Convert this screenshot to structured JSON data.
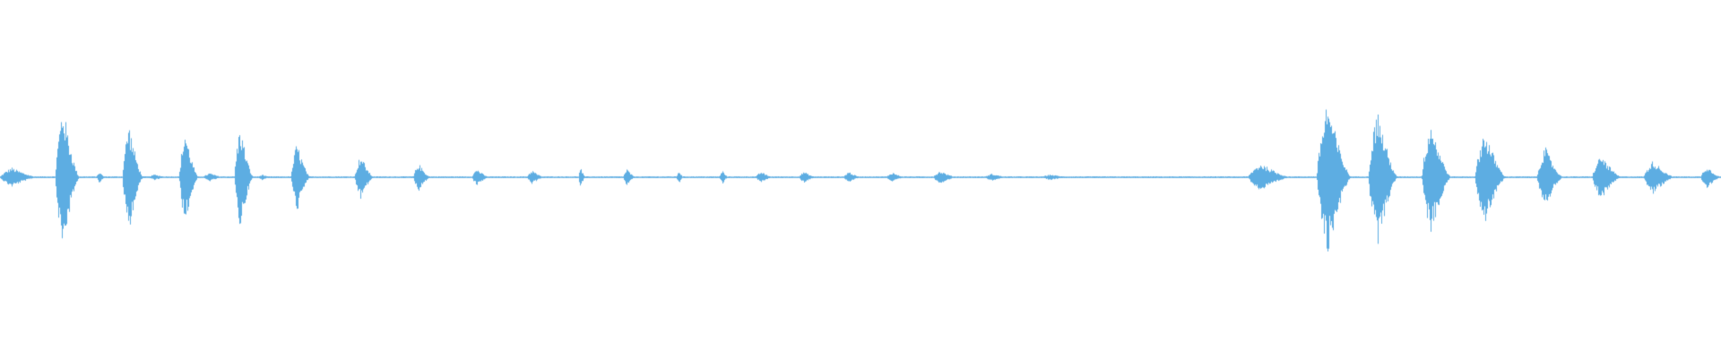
{
  "waveform": {
    "color": "#5dade2",
    "background": "#ffffff",
    "samples_per_pixel_column": 1,
    "bursts": [
      {
        "start": 0.0,
        "end": 0.022,
        "amp": 0.07
      },
      {
        "start": 0.032,
        "end": 0.046,
        "amp": 0.52
      },
      {
        "start": 0.056,
        "end": 0.061,
        "amp": 0.04
      },
      {
        "start": 0.071,
        "end": 0.083,
        "amp": 0.39
      },
      {
        "start": 0.086,
        "end": 0.098,
        "amp": 0.02
      },
      {
        "start": 0.104,
        "end": 0.115,
        "amp": 0.34
      },
      {
        "start": 0.118,
        "end": 0.13,
        "amp": 0.03
      },
      {
        "start": 0.136,
        "end": 0.147,
        "amp": 0.37
      },
      {
        "start": 0.15,
        "end": 0.157,
        "amp": 0.02
      },
      {
        "start": 0.169,
        "end": 0.18,
        "amp": 0.25
      },
      {
        "start": 0.206,
        "end": 0.217,
        "amp": 0.16
      },
      {
        "start": 0.24,
        "end": 0.25,
        "amp": 0.1
      },
      {
        "start": 0.274,
        "end": 0.284,
        "amp": 0.06
      },
      {
        "start": 0.306,
        "end": 0.316,
        "amp": 0.05
      },
      {
        "start": 0.336,
        "end": 0.34,
        "amp": 0.07
      },
      {
        "start": 0.362,
        "end": 0.369,
        "amp": 0.06
      },
      {
        "start": 0.393,
        "end": 0.397,
        "amp": 0.05
      },
      {
        "start": 0.418,
        "end": 0.423,
        "amp": 0.05
      },
      {
        "start": 0.439,
        "end": 0.449,
        "amp": 0.04
      },
      {
        "start": 0.464,
        "end": 0.474,
        "amp": 0.04
      },
      {
        "start": 0.49,
        "end": 0.5,
        "amp": 0.04
      },
      {
        "start": 0.515,
        "end": 0.526,
        "amp": 0.035
      },
      {
        "start": 0.542,
        "end": 0.556,
        "amp": 0.045
      },
      {
        "start": 0.572,
        "end": 0.586,
        "amp": 0.025
      },
      {
        "start": 0.605,
        "end": 0.622,
        "amp": 0.02
      },
      {
        "start": 0.725,
        "end": 0.75,
        "amp": 0.1
      },
      {
        "start": 0.765,
        "end": 0.785,
        "amp": 0.56
      },
      {
        "start": 0.795,
        "end": 0.812,
        "amp": 0.49
      },
      {
        "start": 0.826,
        "end": 0.843,
        "amp": 0.41
      },
      {
        "start": 0.857,
        "end": 0.875,
        "amp": 0.34
      },
      {
        "start": 0.893,
        "end": 0.908,
        "amp": 0.22
      },
      {
        "start": 0.925,
        "end": 0.942,
        "amp": 0.16
      },
      {
        "start": 0.955,
        "end": 0.973,
        "amp": 0.12
      },
      {
        "start": 0.988,
        "end": 1.0,
        "amp": 0.08
      }
    ],
    "floor_noise": 0.006
  }
}
